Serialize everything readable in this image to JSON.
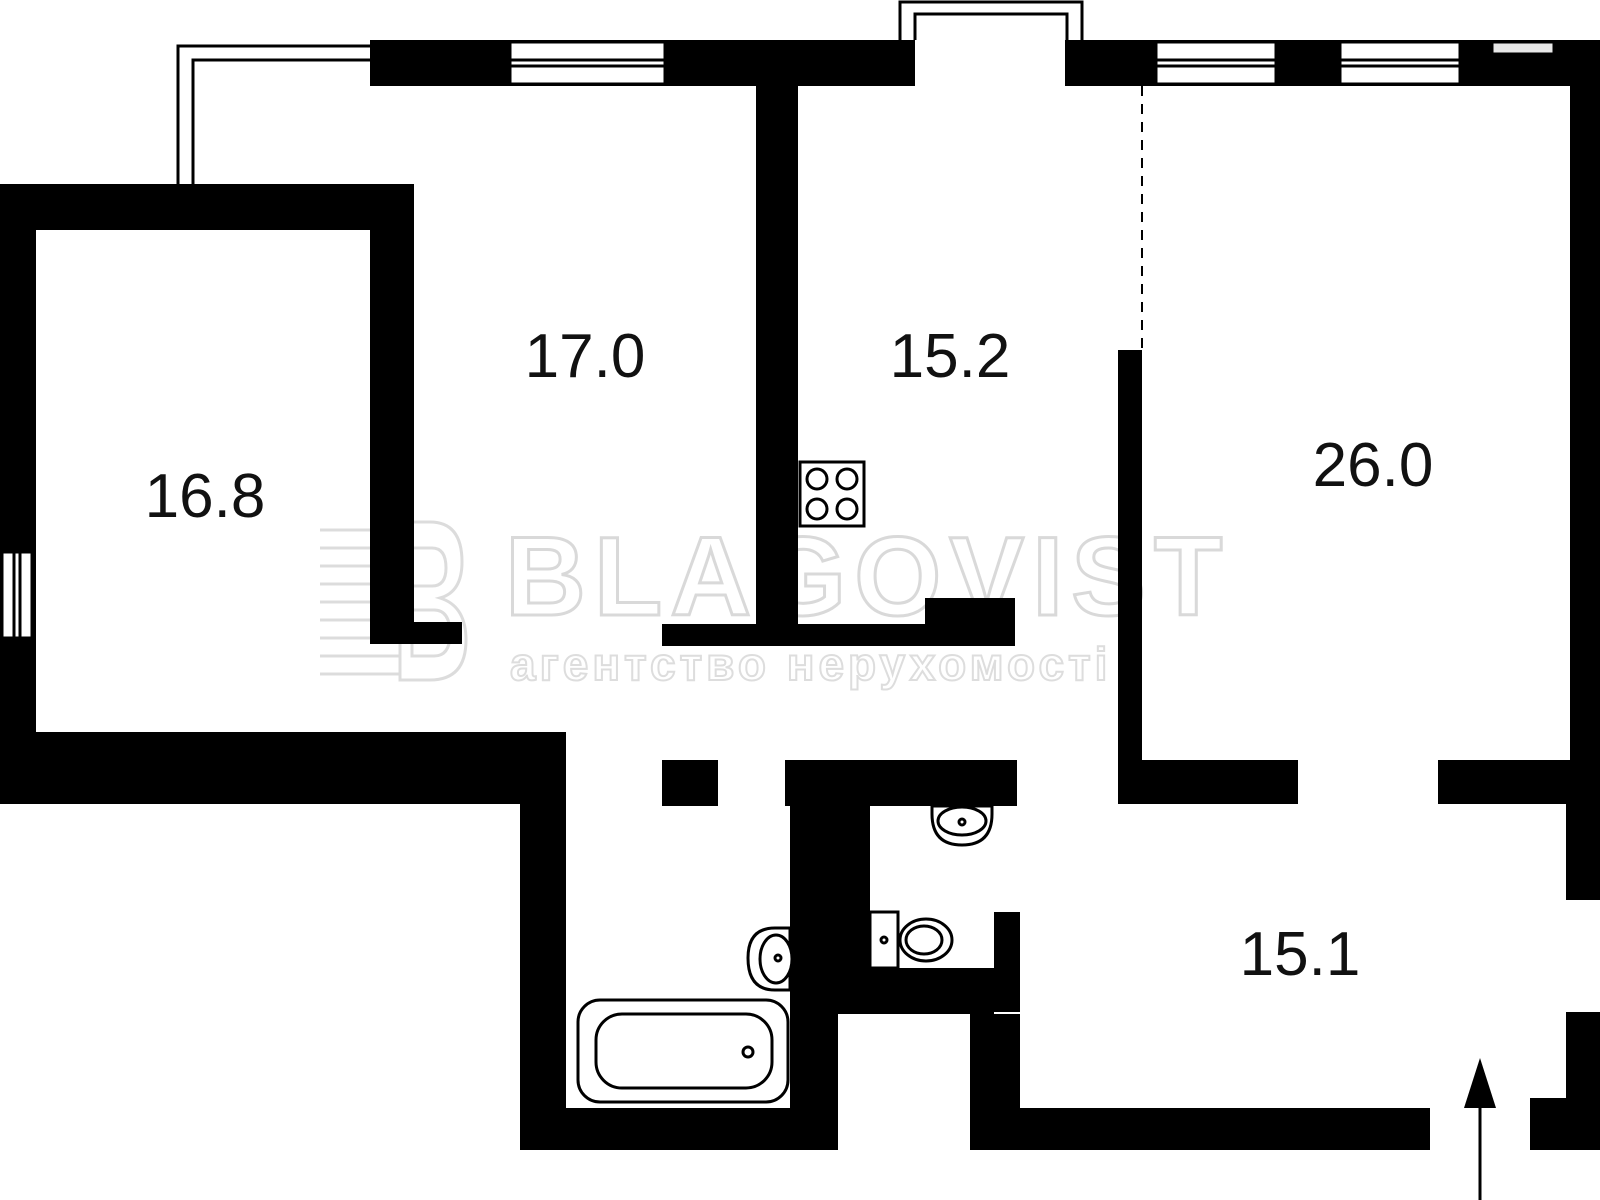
{
  "plan": {
    "rooms": [
      {
        "id": "room-1",
        "area": "16.8"
      },
      {
        "id": "room-2",
        "area": "17.0"
      },
      {
        "id": "room-3",
        "area": "15.2"
      },
      {
        "id": "room-4",
        "area": "26.0"
      },
      {
        "id": "room-5",
        "area": "15.1"
      }
    ]
  },
  "watermark": {
    "brand": "BLAGOVIST",
    "tagline": "агентство нерухомості"
  },
  "colors": {
    "wall": "#000000",
    "background": "#ffffff",
    "watermark": "#d9d9d9"
  }
}
